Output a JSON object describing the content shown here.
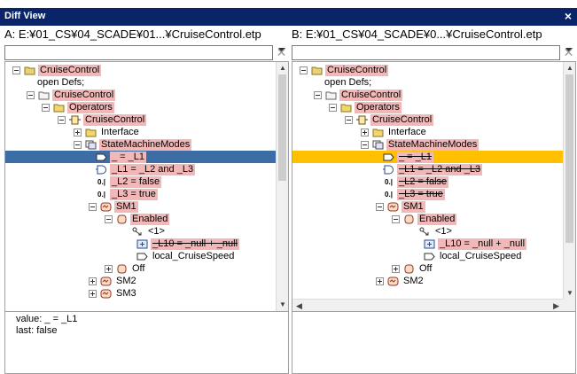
{
  "window": {
    "title": "Diff View",
    "close": "×"
  },
  "colors": {
    "selection_a": "#3c6ea5",
    "selection_b": "#ffc000",
    "diff_highlight": "#f2b8b8",
    "titlebar": "#0a246a"
  },
  "pane_a": {
    "path": "A: E:¥01_CS¥04_SCADE¥01...¥CruiseControl.etp",
    "combo_value": "",
    "rows": [
      {
        "label": "CruiseControl",
        "icon": "package-folder-icon"
      },
      {
        "label": "open Defs;",
        "icon": ""
      },
      {
        "label": "CruiseControl",
        "icon": "folder-icon"
      },
      {
        "label": "Operators",
        "icon": "folder-icon"
      },
      {
        "label": "CruiseControl",
        "icon": "operator-icon"
      },
      {
        "label": "Interface",
        "icon": "folder-icon"
      },
      {
        "label": "StateMachineModes",
        "icon": "diagram-icon"
      },
      {
        "label": "_ = _L1",
        "icon": "output-icon"
      },
      {
        "label": "_L1 = _L2 and _L3",
        "icon": "and-operator-icon"
      },
      {
        "label": "_L2 = false",
        "icon": "constant-icon"
      },
      {
        "label": "_L3 = true",
        "icon": "constant-icon"
      },
      {
        "label": "SM1",
        "icon": "state-machine-icon"
      },
      {
        "label": "Enabled",
        "icon": "state-icon"
      },
      {
        "label": "<1>",
        "icon": "transition-icon"
      },
      {
        "label": "_L10 = _null + _null",
        "icon": "plus-operator-icon"
      },
      {
        "label": "local_CruiseSpeed",
        "icon": "output-icon"
      },
      {
        "label": "Off",
        "icon": "state-icon"
      },
      {
        "label": "SM2",
        "icon": "state-machine-icon"
      },
      {
        "label": "SM3",
        "icon": "state-machine-icon"
      }
    ],
    "detail": {
      "value": "value: _ = _L1",
      "last": "last: false"
    }
  },
  "pane_b": {
    "path": "B: E:¥01_CS¥04_SCADE¥0...¥CruiseControl.etp",
    "combo_value": "",
    "rows": [
      {
        "label": "CruiseControl",
        "icon": "package-folder-icon"
      },
      {
        "label": "open Defs;",
        "icon": ""
      },
      {
        "label": "CruiseControl",
        "icon": "folder-icon"
      },
      {
        "label": "Operators",
        "icon": "folder-icon"
      },
      {
        "label": "CruiseControl",
        "icon": "operator-icon"
      },
      {
        "label": "Interface",
        "icon": "folder-icon"
      },
      {
        "label": "StateMachineModes",
        "icon": "diagram-icon"
      },
      {
        "label": "_ = _L1",
        "icon": "output-icon"
      },
      {
        "label": "_L1 = _L2 and _L3",
        "icon": "and-operator-icon"
      },
      {
        "label": "_L2 = false",
        "icon": "constant-icon"
      },
      {
        "label": "_L3 = true",
        "icon": "constant-icon"
      },
      {
        "label": "SM1",
        "icon": "state-machine-icon"
      },
      {
        "label": "Enabled",
        "icon": "state-icon"
      },
      {
        "label": "<1>",
        "icon": "transition-icon"
      },
      {
        "label": "_L10 = _null + _null",
        "icon": "plus-operator-icon"
      },
      {
        "label": "local_CruiseSpeed",
        "icon": "output-icon"
      },
      {
        "label": "Off",
        "icon": "state-icon"
      },
      {
        "label": "SM2",
        "icon": "state-machine-icon"
      }
    ]
  }
}
